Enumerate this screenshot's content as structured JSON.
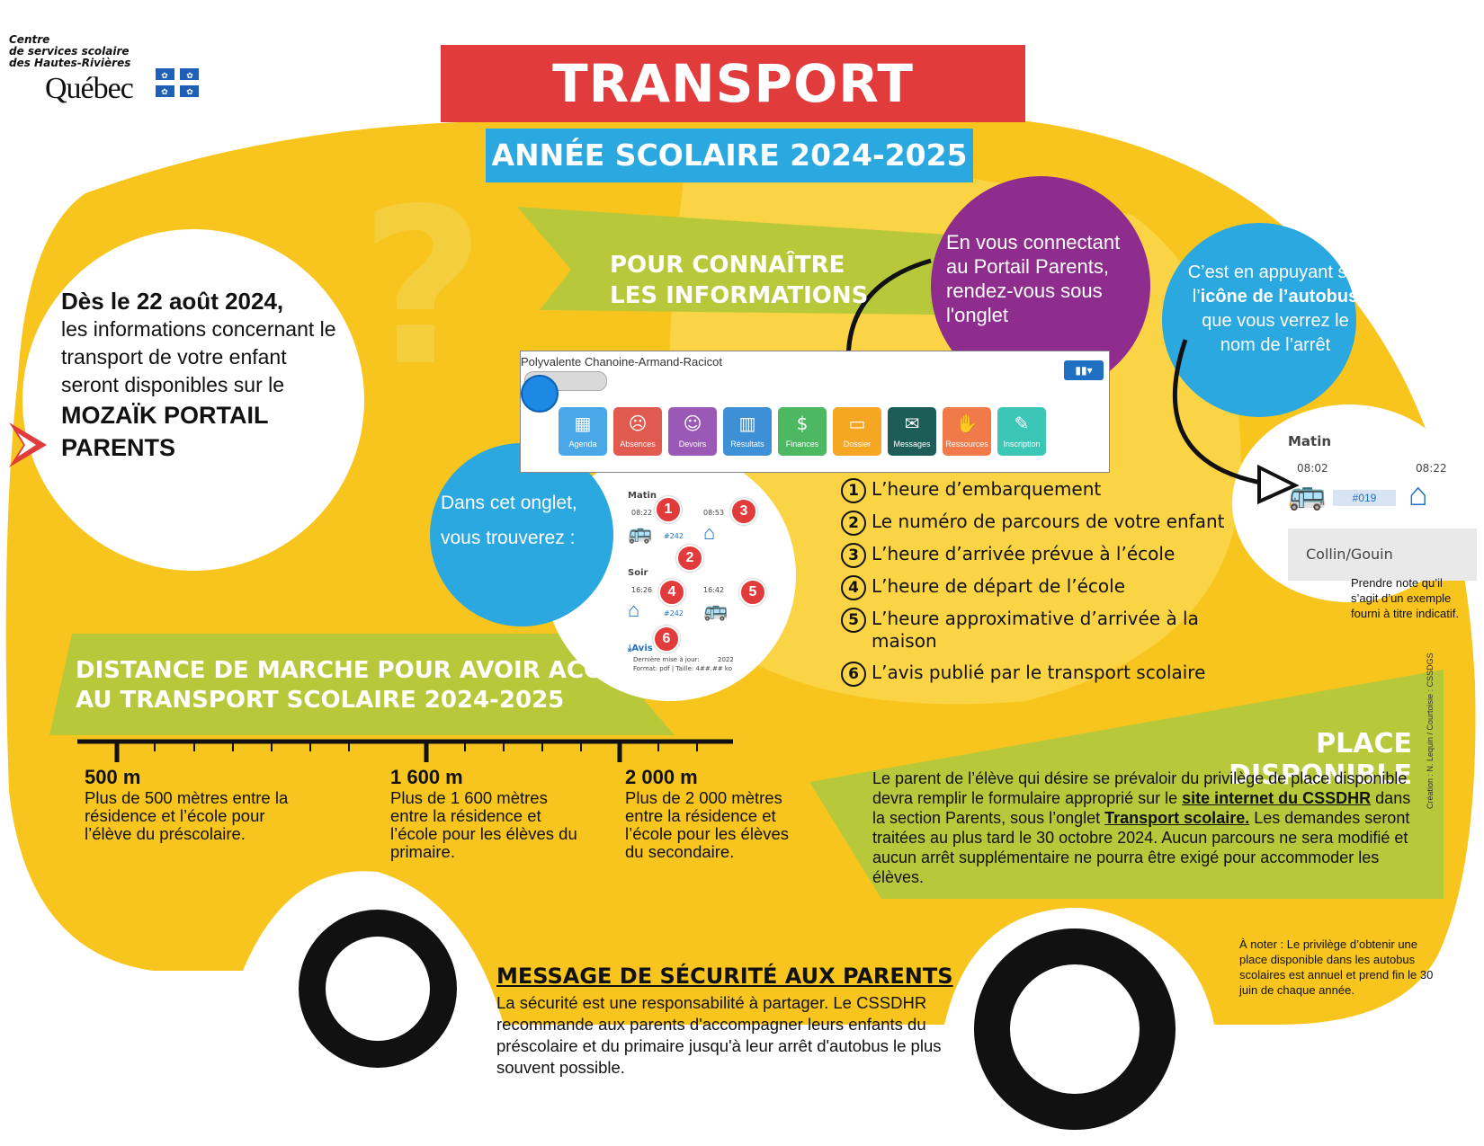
{
  "header": {
    "org_line1": "Centre",
    "org_line2": "de services scolaire",
    "org_line3": "des Hautes-Rivières",
    "quebec": "Québec",
    "title": "TRANSPORT SCOLAIRE",
    "subtitle": "ANNÉE SCOLAIRE 2024-2025"
  },
  "intro": {
    "date": "Dès le 22 août 2024,",
    "text": "les informations concernant le transport de votre enfant seront disponibles sur le",
    "portal_name": "MOZAÏK PORTAIL PARENTS"
  },
  "info_banner": {
    "line1": "POUR CONNAÎTRE",
    "line2": "LES INFORMATIONS"
  },
  "purple_bubble": "En vous connectant au  Portail Parents, rendez-vous sous l'onglet",
  "right_bubble": {
    "part1": "C’est en appuyant sur l’",
    "bold": "icône de l’autobus",
    "part2": " que vous verrez le nom de l’arrêt"
  },
  "left_bubble": "Dans cet onglet, vous trouverez :",
  "portal": {
    "school": "Polyvalente Chanoine-Armand-Racicot",
    "tiles": [
      {
        "label": "Agenda",
        "icon": "▦",
        "color": "#4aa8e8"
      },
      {
        "label": "Absences",
        "icon": "☹",
        "color": "#e05a4f"
      },
      {
        "label": "Devoirs",
        "icon": "☺",
        "color": "#9b59b6"
      },
      {
        "label": "Résultats",
        "icon": "▥",
        "color": "#3d8fd6"
      },
      {
        "label": "Finances",
        "icon": "$",
        "color": "#4cb861"
      },
      {
        "label": "Dossier",
        "icon": "▭",
        "color": "#f5a623"
      },
      {
        "label": "Messages",
        "icon": "✉",
        "color": "#1c5d57"
      },
      {
        "label": "Ressources",
        "icon": "✋",
        "color": "#f07a4a"
      },
      {
        "label": "Inscription",
        "icon": "✎",
        "color": "#3cc6b6"
      }
    ]
  },
  "schedule_preview": {
    "matin": "Matin",
    "soir": "Soir",
    "times": [
      "08:22",
      "08:53",
      "16:26",
      "16:42"
    ],
    "route": "#242",
    "avis": "Avis",
    "updated": "Dernière mise à jour:",
    "year": "2022",
    "format": "Format: pdf | Taille: 4##.## ko"
  },
  "items": [
    {
      "num": "1",
      "text": "L’heure d’embarquement"
    },
    {
      "num": "2",
      "text": "Le numéro de parcours de votre enfant"
    },
    {
      "num": "3",
      "text": "L’heure d’arrivée prévue à l’école"
    },
    {
      "num": "4",
      "text": "L’heure de départ de l’école"
    },
    {
      "num": "5",
      "text": "L’heure approximative d’arrivée à la maison"
    },
    {
      "num": "6",
      "text": "L’avis publié par le transport scolaire"
    }
  ],
  "example": {
    "title": "Matin",
    "time1": "08:02",
    "time2": "08:22",
    "route": "#019",
    "stop": "Collin/Gouin",
    "note": "Prendre note qu’il s’agit d’un exemple fourni à titre indicatif."
  },
  "distance": {
    "title_line1": "DISTANCE DE MARCHE POUR AVOIR ACCÈS",
    "title_line2": "AU TRANSPORT SCOLAIRE 2024-2025",
    "marks": [
      {
        "label": "500 m",
        "desc": "Plus de 500 mètres entre la résidence et l’école pour l’élève du préscolaire."
      },
      {
        "label": "1 600 m",
        "desc": "Plus de 1 600 mètres entre la résidence et l’école pour les élèves du primaire."
      },
      {
        "label": "2 000 m",
        "desc": "Plus de 2 000 mètres entre la résidence et l’école pour les élèves du secondaire."
      }
    ]
  },
  "place": {
    "title": "PLACE DISPONIBLE",
    "text_a": "Le parent de l’élève qui désire se prévaloir du privilège de place disponible devra remplir le formulaire approprié sur le ",
    "link1": "site internet du CSSDHR",
    "text_b": " dans la section Parents, sous l’onglet ",
    "link2": "Transport scolaire.",
    "text_c": " Les demandes seront traitées au plus tard le 30 octobre 2024. Aucun parcours ne sera modifié et aucun arrêt supplémentaire ne pourra être exigé pour accommoder les élèves.",
    "note": "À noter : Le privilège d’obtenir une place disponible dans les autobus scolaires est annuel et prend fin le 30 juin de chaque année."
  },
  "safety": {
    "title": "MESSAGE DE SÉCURITÉ AUX PARENTS",
    "text": "La sécurité est une responsabilité à partager. Le CSSDHR recommande aux parents d'accompagner leurs enfants du préscolaire et du primaire jusqu'à leur arrêt d'autobus le plus souvent possible."
  },
  "credit": "Création : N. Lequin / Courtoisie : CSSDGS",
  "colors": {
    "bus_yellow": "#f7c51e",
    "title_red": "#e23b3b",
    "accent_blue": "#2ba8e0",
    "banner_green": "#b7c93a",
    "purple": "#8e2d8e"
  }
}
